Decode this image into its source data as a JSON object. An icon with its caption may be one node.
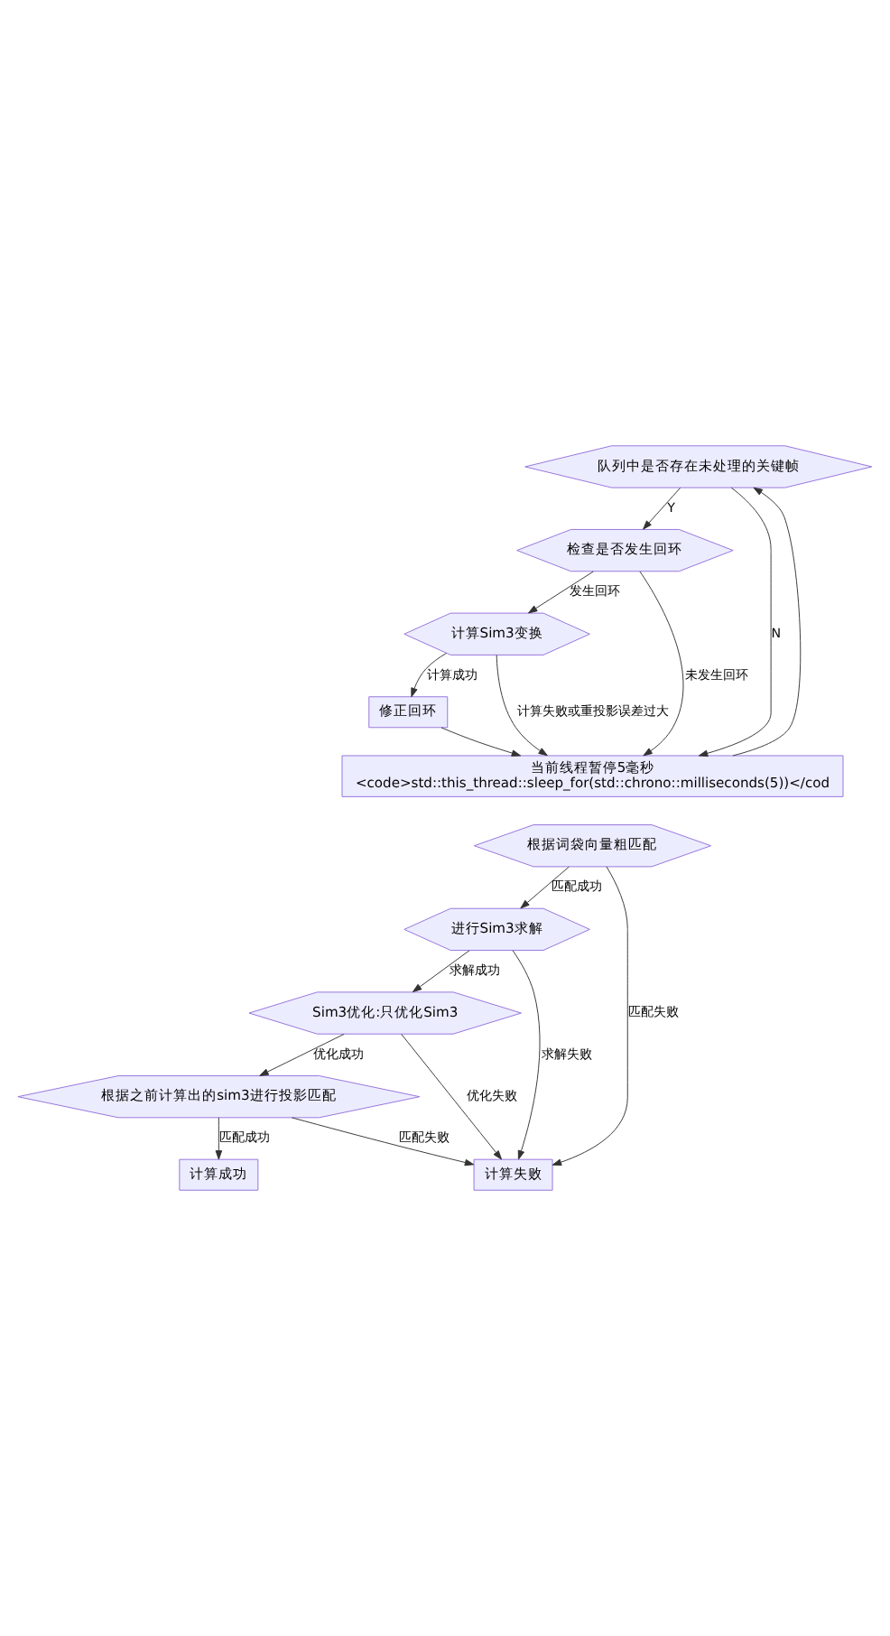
{
  "diagram": {
    "nodes": [
      {
        "text": [
          "队列中是否存在未处理的关键帧"
        ]
      },
      {
        "text": [
          "检查是否发生回环"
        ]
      },
      {
        "text": [
          "计算Sim3变换"
        ]
      },
      {
        "text": [
          "修正回环"
        ]
      },
      {
        "text": [
          "当前线程暂停5毫秒",
          "<code>std::this_thread::sleep_for(std::chrono::milliseconds(5))</cod"
        ]
      },
      {
        "text": [
          "根据词袋向量粗匹配"
        ]
      },
      {
        "text": [
          "进行Sim3求解"
        ]
      },
      {
        "text": [
          "Sim3优化:只优化Sim3"
        ]
      },
      {
        "text": [
          "根据之前计算出的sim3进行投影匹配"
        ]
      },
      {
        "text": [
          "计算失败"
        ]
      },
      {
        "text": [
          "计算成功"
        ]
      }
    ],
    "edges": [
      {
        "from": 0,
        "to": 1,
        "arrow": "to",
        "label": "Y"
      },
      {
        "from": 0,
        "to": 4,
        "arrow": "to",
        "label": "N"
      },
      {
        "from": 1,
        "to": 2,
        "arrow": "to",
        "label": "发生回环"
      },
      {
        "from": 1,
        "to": 4,
        "arrow": "to",
        "label": "未发生回环"
      },
      {
        "from": 2,
        "to": 3,
        "arrow": "to",
        "label": "计算成功"
      },
      {
        "from": 2,
        "to": 4,
        "arrow": "to",
        "label": "计算失败或重投影误差过大"
      },
      {
        "from": 3,
        "to": 4,
        "arrow": "to"
      },
      {
        "from": 4,
        "to": 0,
        "arrow": "to"
      },
      {
        "from": 5,
        "to": 6,
        "arrow": "to",
        "label": "匹配成功"
      },
      {
        "from": 5,
        "to": 9,
        "arrow": "to",
        "label": "匹配失败"
      },
      {
        "from": 6,
        "to": 7,
        "arrow": "to",
        "label": "求解成功"
      },
      {
        "from": 6,
        "to": 9,
        "arrow": "to",
        "label": "求解失败"
      },
      {
        "from": 7,
        "to": 8,
        "arrow": "to",
        "label": "优化成功"
      },
      {
        "from": 7,
        "to": 9,
        "arrow": "to",
        "label": "优化失败"
      },
      {
        "from": 8,
        "to": 9,
        "arrow": "to",
        "label": "匹配失败"
      },
      {
        "from": 8,
        "to": 10,
        "arrow": "to",
        "label": "匹配成功"
      }
    ]
  }
}
